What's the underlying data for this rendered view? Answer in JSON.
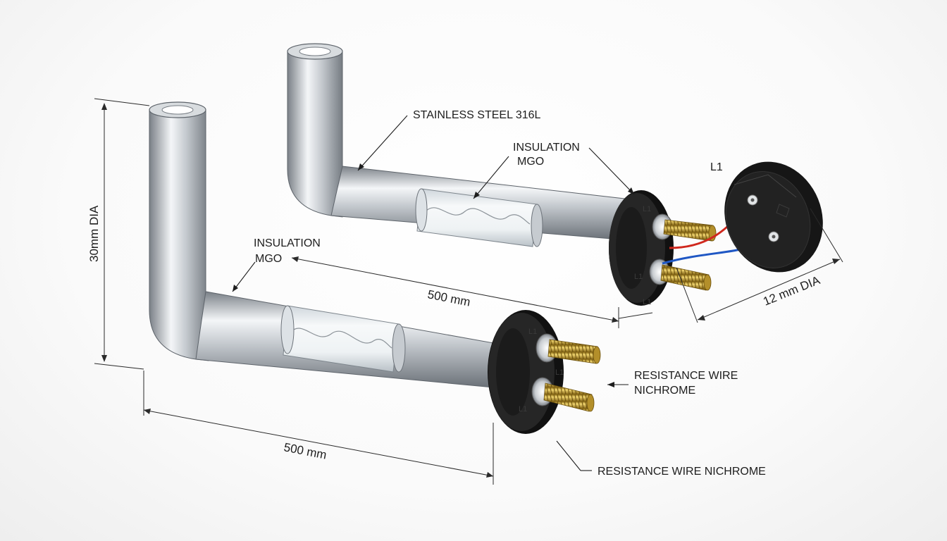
{
  "labels": {
    "stainless": "STAINLESS STEEL 316L",
    "insulation_top_line1": "INSULATION",
    "insulation_top_line2": "MGO",
    "insulation_left_line1": "INSULATION",
    "insulation_left_line2": "MGO",
    "resistance_right_line1": "RESISTANCE WIRE",
    "resistance_right_line2": "NICHROME",
    "resistance_bottom": "RESISTANCE WIRE NICHROME",
    "cap_terminal": "L1"
  },
  "dimensions": {
    "height": "30mm DIA",
    "length_top": "500 mm",
    "length_bottom": "500 mm",
    "cap_diameter": "12 mm DIA"
  },
  "terminal_marks": {
    "flange_top_upper": "L1",
    "flange_top_middle": "L1",
    "flange_top_lower": "L1",
    "flange_bottom_upper": "L1",
    "flange_bottom_middle": "L1",
    "flange_bottom_lower": "L1"
  },
  "colors": {
    "tube_light": "#f2f4f6",
    "tube_mid": "#b9bec4",
    "tube_dark": "#6f757c",
    "rubber": "#1a1a1a",
    "brass": "#c9a53a",
    "wire_red": "#d0281e",
    "wire_blue": "#1f57c4",
    "wire_green": "#1e9a3e"
  }
}
